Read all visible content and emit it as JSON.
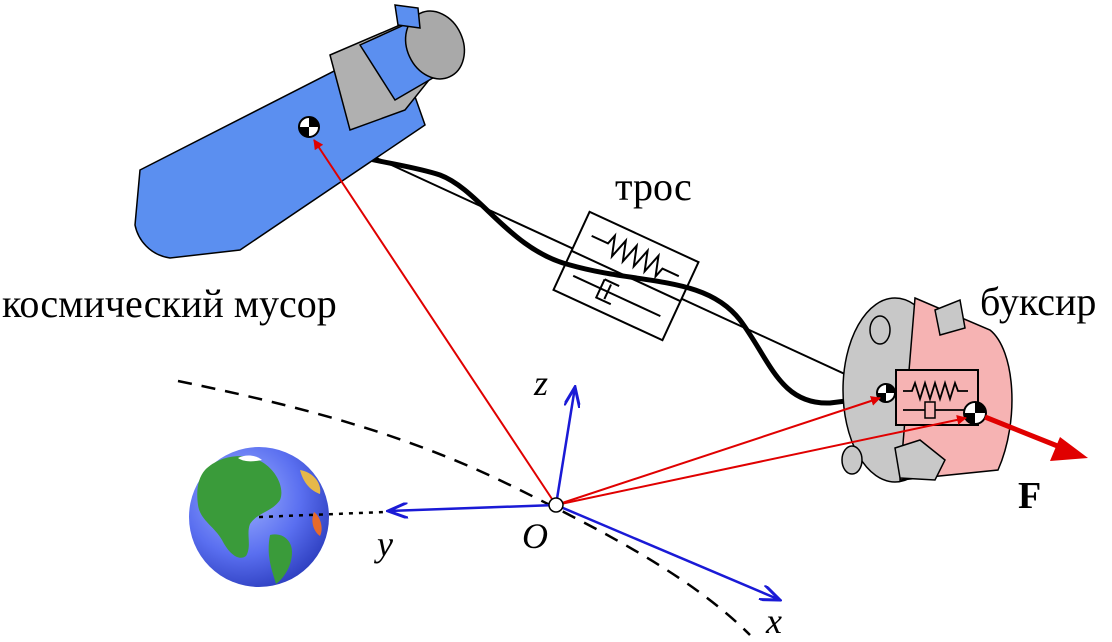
{
  "labels": {
    "tether": "трос",
    "debris": "космический мусор",
    "tug": "буксир",
    "force": "F",
    "origin": "O",
    "axis_x": "x",
    "axis_y": "y",
    "axis_z": "z"
  },
  "colors": {
    "debris_body": "#5b8ff0",
    "debris_dark": "#3a6fd8",
    "nozzle_gray": "#a9a9a9",
    "tug_body": "#f6b3b3",
    "tug_side": "#c8c8c8",
    "position_vectors": "#e00000",
    "axes": "#1a1ad6",
    "force": "#e00000",
    "earth_ocean": "#5a7af0",
    "earth_land": "#3a9b3a"
  }
}
